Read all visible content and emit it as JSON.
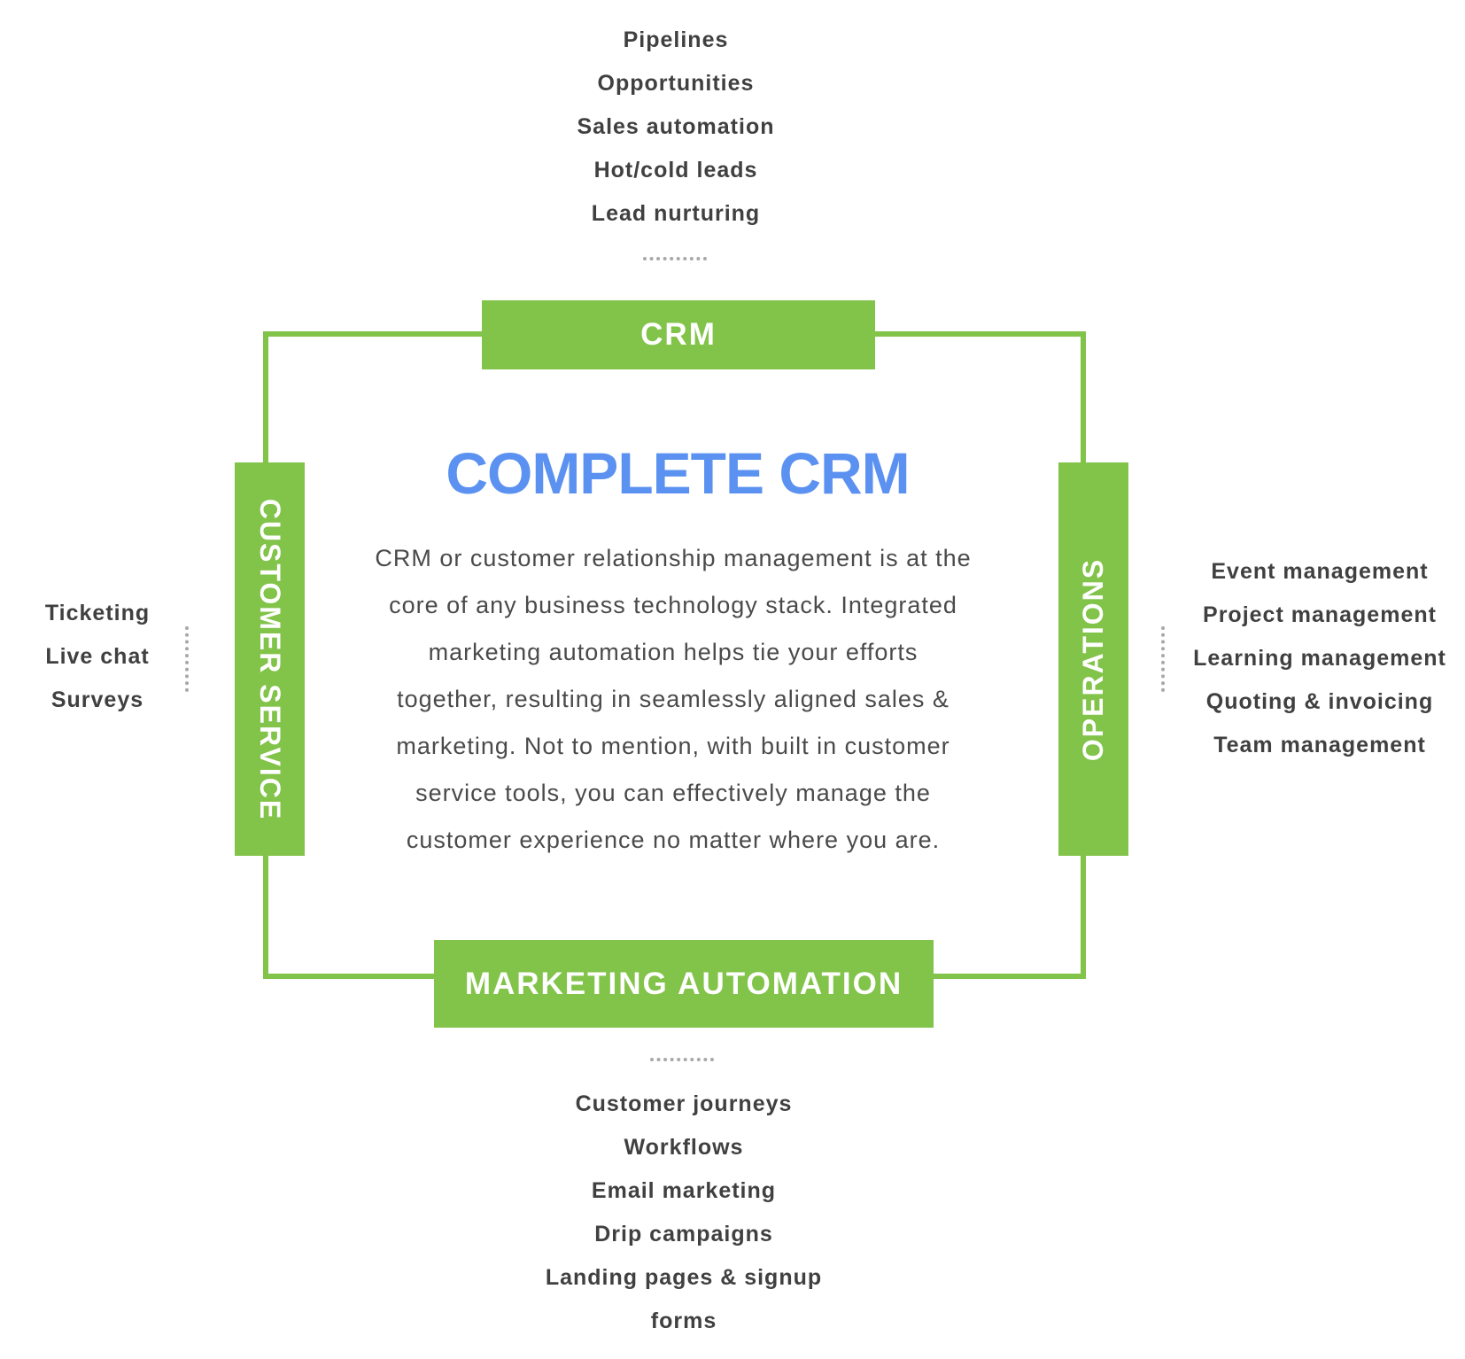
{
  "colors": {
    "accent_green": "#82c34a",
    "title_blue": "#5b91f0",
    "list_text": "#404040",
    "body_text": "#4a4a4a",
    "dots": "#a8a8a8"
  },
  "center": {
    "title": "COMPLETE CRM",
    "body_lines": [
      "CRM or customer relationship management is at the",
      "core of any business technology stack.  Integrated",
      "marketing automation helps tie your efforts",
      "together, resulting in seamlessly aligned sales &",
      "marketing. Not to mention, with built in customer",
      "service tools, you can effectively manage the",
      "customer experience no matter where you are."
    ]
  },
  "tags": {
    "top": "CRM",
    "bottom": "MARKETING AUTOMATION",
    "left": "CUSTOMER SERVICE",
    "right": "OPERATIONS"
  },
  "lists": {
    "top": [
      "Pipelines",
      "Opportunities",
      "Sales automation",
      "Hot/cold leads",
      "Lead nurturing"
    ],
    "bottom": [
      "Customer journeys",
      "Workflows",
      "Email marketing",
      "Drip campaigns",
      "Landing pages & signup",
      "forms"
    ],
    "left": [
      "Ticketing",
      "Live chat",
      "Surveys"
    ],
    "right": [
      "Event management",
      "Project management",
      "Learning management",
      "Quoting & invoicing",
      "Team management"
    ]
  }
}
